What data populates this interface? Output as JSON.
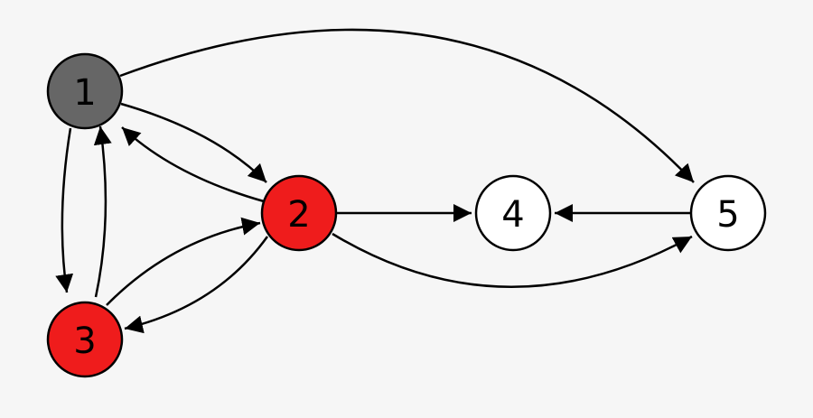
{
  "graph": {
    "nodes": [
      {
        "id": "1",
        "label": "1",
        "fill": "#666666"
      },
      {
        "id": "2",
        "label": "2",
        "fill": "#ef1c1c"
      },
      {
        "id": "3",
        "label": "3",
        "fill": "#ef1c1c"
      },
      {
        "id": "4",
        "label": "4",
        "fill": "#ffffff"
      },
      {
        "id": "5",
        "label": "5",
        "fill": "#ffffff"
      }
    ],
    "edges": [
      {
        "from": "1",
        "to": "5"
      },
      {
        "from": "1",
        "to": "2"
      },
      {
        "from": "2",
        "to": "1"
      },
      {
        "from": "1",
        "to": "3"
      },
      {
        "from": "3",
        "to": "1"
      },
      {
        "from": "3",
        "to": "2"
      },
      {
        "from": "2",
        "to": "3"
      },
      {
        "from": "2",
        "to": "4"
      },
      {
        "from": "2",
        "to": "5"
      },
      {
        "from": "5",
        "to": "4"
      }
    ]
  }
}
